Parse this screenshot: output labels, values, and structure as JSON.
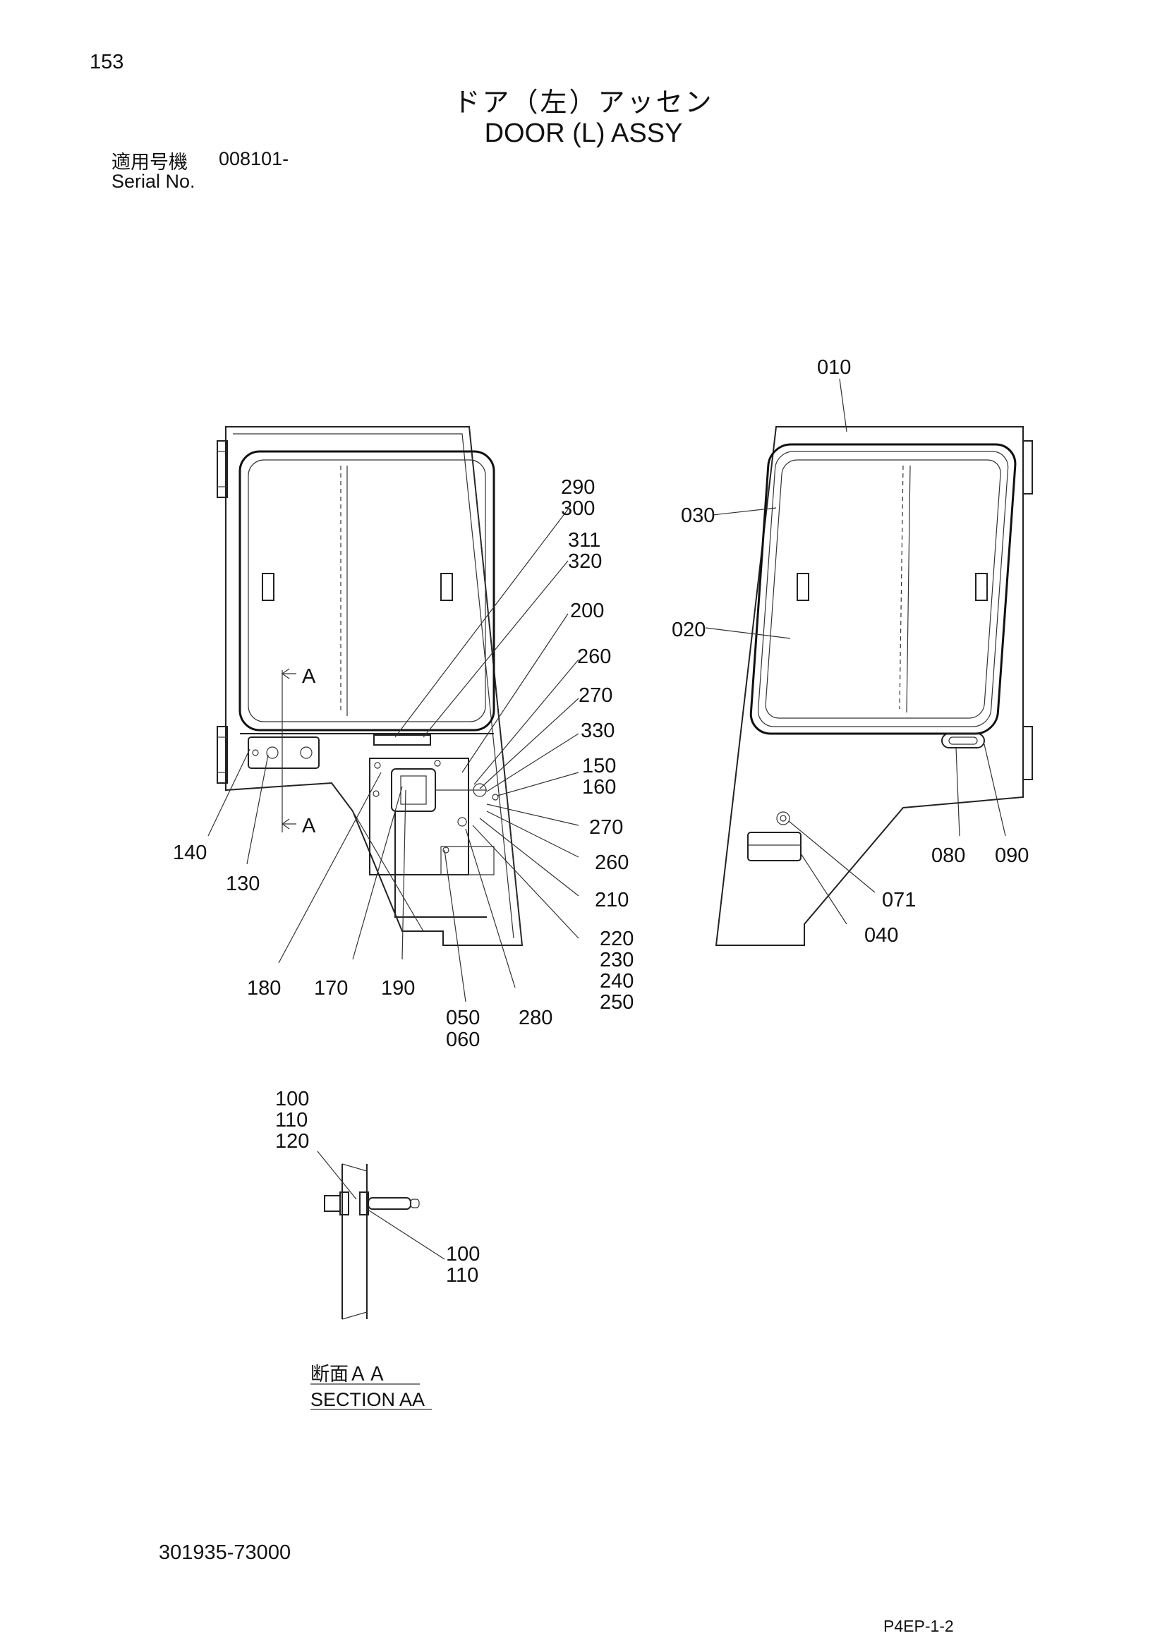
{
  "header": {
    "page_number": "153",
    "title_jp": "ドア（左）アッセン",
    "title_en": "DOOR (L) ASSY",
    "serial_label_jp": "適用号機",
    "serial_value": "008101-",
    "serial_label_en": "Serial No."
  },
  "section": {
    "marker": "A",
    "label_jp": "断面ＡＡ",
    "label_en": "SECTION AA"
  },
  "callouts": {
    "c010": "010",
    "c020": "020",
    "c030": "030",
    "c040": "040",
    "c050": "050",
    "c060": "060",
    "c071": "071",
    "c080": "080",
    "c090": "090",
    "c100a": "100",
    "c110a": "110",
    "c120": "120",
    "c100b": "100",
    "c110b": "110",
    "c130": "130",
    "c140": "140",
    "c150": "150",
    "c160": "160",
    "c170": "170",
    "c180": "180",
    "c190": "190",
    "c200": "200",
    "c210": "210",
    "c220": "220",
    "c230": "230",
    "c240": "240",
    "c250": "250",
    "c260a": "260",
    "c260b": "260",
    "c270a": "270",
    "c270b": "270",
    "c280": "280",
    "c290": "290",
    "c300": "300",
    "c311": "311",
    "c320": "320",
    "c330": "330"
  },
  "footer": {
    "drawing_number": "301935-73000",
    "sheet_code": "P4EP-1-2"
  }
}
